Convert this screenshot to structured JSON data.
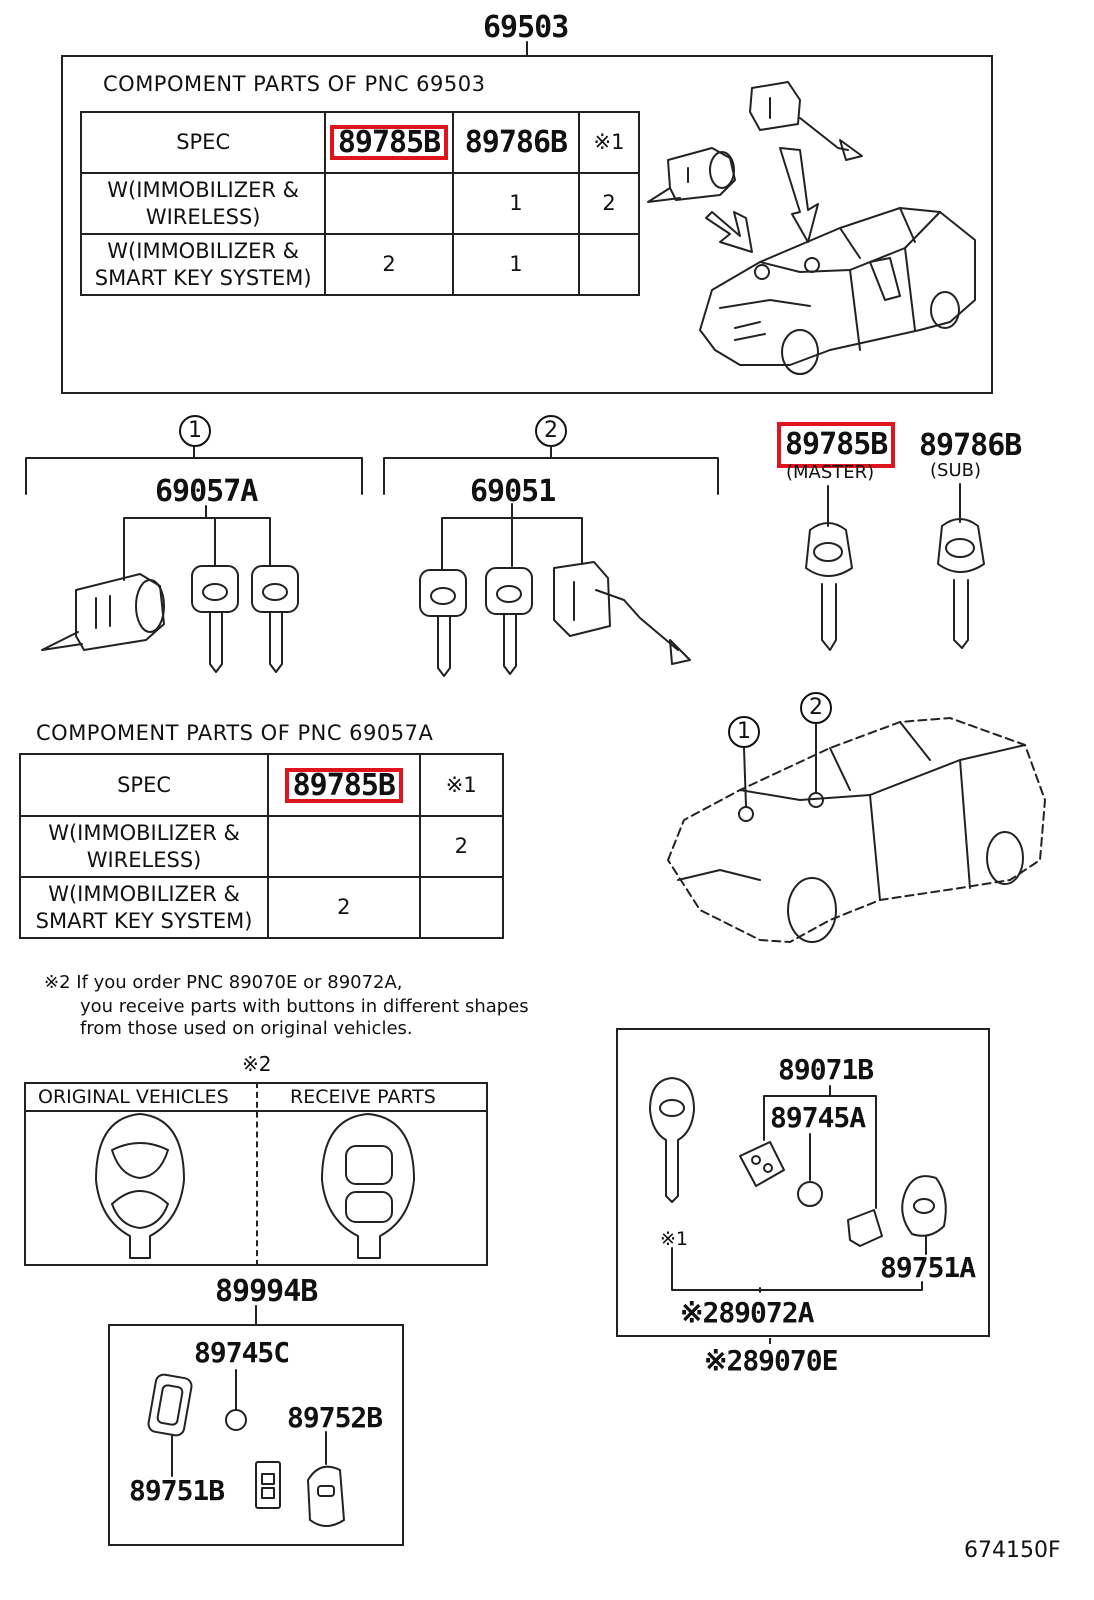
{
  "main_pnc": "69503",
  "top_panel": {
    "title": "COMPOMENT PARTS OF PNC 69503",
    "table": {
      "header": [
        "SPEC",
        "89785B",
        "89786B",
        "※1"
      ],
      "rows": [
        {
          "label": "W(IMMOBILIZER &\nWIRELESS)",
          "cells": [
            "",
            "1",
            "2"
          ]
        },
        {
          "label": "W(IMMOBILIZER &\nSMART KEY SYSTEM)",
          "cells": [
            "2",
            "1",
            ""
          ]
        }
      ]
    }
  },
  "group1": {
    "marker": "1",
    "pnc": "69057A"
  },
  "group2": {
    "marker": "2",
    "pnc": "69051"
  },
  "keys": {
    "master": {
      "pnc": "89785B",
      "label": "(MASTER)"
    },
    "sub": {
      "pnc": "89786B",
      "label": "(SUB)"
    }
  },
  "mid_panel": {
    "title": "COMPOMENT PARTS OF PNC 69057A",
    "table": {
      "header": [
        "SPEC",
        "89785B",
        "※1"
      ],
      "rows": [
        {
          "label": "W(IMMOBILIZER &\nWIRELESS)",
          "cells": [
            "",
            "2"
          ]
        },
        {
          "label": "W(IMMOBILIZER &\nSMART KEY SYSTEM)",
          "cells": [
            "2",
            ""
          ]
        }
      ]
    }
  },
  "car2_markers": [
    "1",
    "2"
  ],
  "note2": {
    "line1": "※2 If you order PNC 89070E or 89072A,",
    "line2": "you receive parts with buttons in different shapes",
    "line3": "from those used on original vehicles."
  },
  "compare": {
    "mark": "※2",
    "left_label": "ORIGINAL VEHICLES",
    "right_label": "RECEIVE PARTS"
  },
  "bottom_left": {
    "pnc": "89994B",
    "parts": [
      "89745C",
      "89752B",
      "89751B"
    ]
  },
  "bottom_right": {
    "parts": [
      "89071B",
      "89745A",
      "89751A"
    ],
    "mark1": "※1",
    "pnc_a": "※289072A",
    "pnc_b": "※289070E"
  },
  "figure_code": "674150F",
  "highlight_color": "#e0141c"
}
